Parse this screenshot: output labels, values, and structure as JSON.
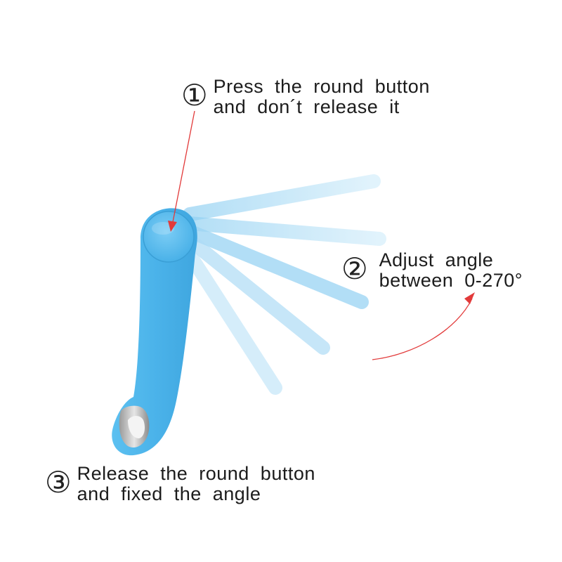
{
  "steps": [
    {
      "number": "①",
      "line1": "Press the round button",
      "line2": "and don´t release it"
    },
    {
      "number": "②",
      "line1": "Adjust angle",
      "line2": "between 0-270°"
    },
    {
      "number": "③",
      "line1": "Release the round button",
      "line2": "and fixed the angle"
    }
  ],
  "colors": {
    "stand_blue": "#4fb6ec",
    "ghost_blue": "#bfe4f8",
    "arrow_red": "#e23a3a",
    "text": "#1c1c1c"
  },
  "icons": [
    "phone-stand",
    "hinge-button",
    "rotation-arrow",
    "pointer-arrow"
  ]
}
